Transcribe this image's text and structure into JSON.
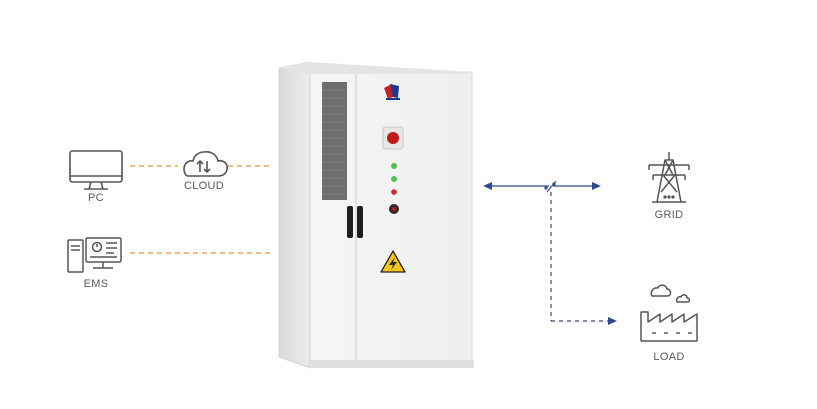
{
  "nodes": {
    "pc": "PC",
    "cloud": "CLOUD",
    "ems": "EMS",
    "grid": "GRID",
    "load": "LOAD"
  },
  "colors": {
    "comm_line": "#e8913a",
    "power_line": "#2e4a8c",
    "icon_stroke": "#555555",
    "cabinet_body": "#f1f1f1",
    "warning_yellow": "#f5c518",
    "stop_button": "#c21a1a",
    "led_green": "#52c152",
    "led_red": "#d22a2a"
  },
  "icons": [
    "monitor-icon",
    "cloud-sync-icon",
    "ems-workstation-icon",
    "transmission-tower-icon",
    "factory-icon",
    "warning-icon"
  ]
}
